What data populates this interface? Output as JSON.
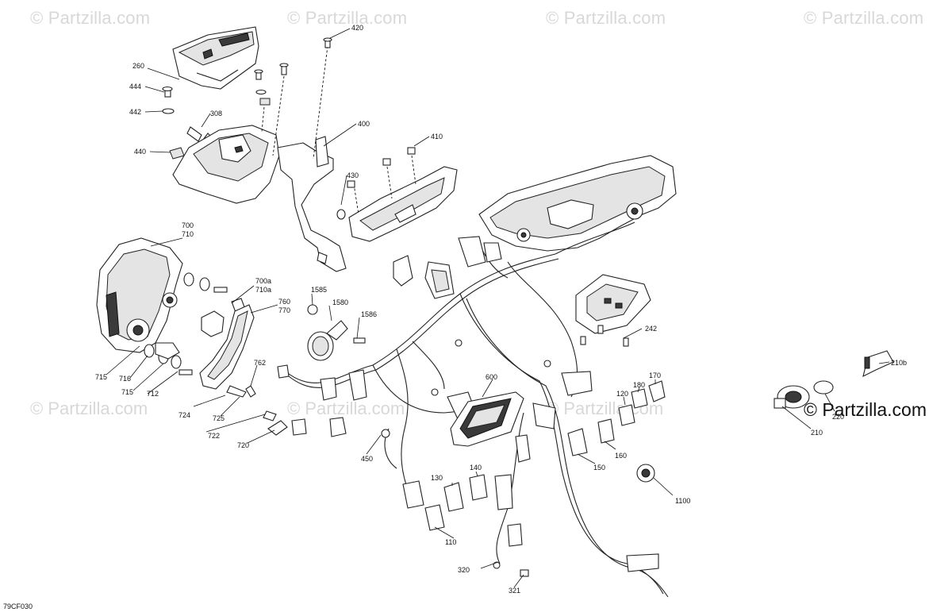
{
  "watermarks": {
    "top": [
      "© Partzilla.com",
      "© Partzilla.com",
      "© Partzilla.com",
      "© Partzilla.com"
    ],
    "middle": [
      "© Partzilla.com",
      "© Partzilla.com",
      "© Partzilla.com"
    ],
    "dark": "© Partzilla.com"
  },
  "diagram_code": "79CF030",
  "callouts": {
    "c260": "260",
    "c444": "444",
    "c442": "442",
    "c440": "440",
    "c308": "308",
    "c420": "420",
    "c400": "400",
    "c410": "410",
    "c430": "430",
    "c700": "700",
    "c710": "710",
    "c700a": "700a",
    "c710a": "710a",
    "c760": "760",
    "c770": "770",
    "c715a": "715",
    "c716": "716",
    "c715b": "715",
    "c712": "712",
    "c724": "724",
    "c725": "725",
    "c722": "722",
    "c720": "720",
    "c762": "762",
    "c1585": "1585",
    "c1580": "1580",
    "c1586": "1586",
    "c600": "600",
    "c450": "450",
    "c242": "242",
    "c170": "170",
    "c180": "180",
    "c120": "120",
    "c160": "160",
    "c150": "150",
    "c1100": "1100",
    "c140": "140",
    "c130": "130",
    "c110": "110",
    "c320": "320",
    "c321": "321",
    "c210b": "210b",
    "c210": "210",
    "c220": "220"
  },
  "icons": {
    "top_cover": "cover-icon",
    "bracket": "bracket-icon",
    "headlight": "headlight-icon",
    "gauge": "gauge-display-icon",
    "horn": "horn-icon",
    "harness": "wiring-harness-icon",
    "key": "key-icon",
    "ignition": "ignition-switch-icon"
  }
}
